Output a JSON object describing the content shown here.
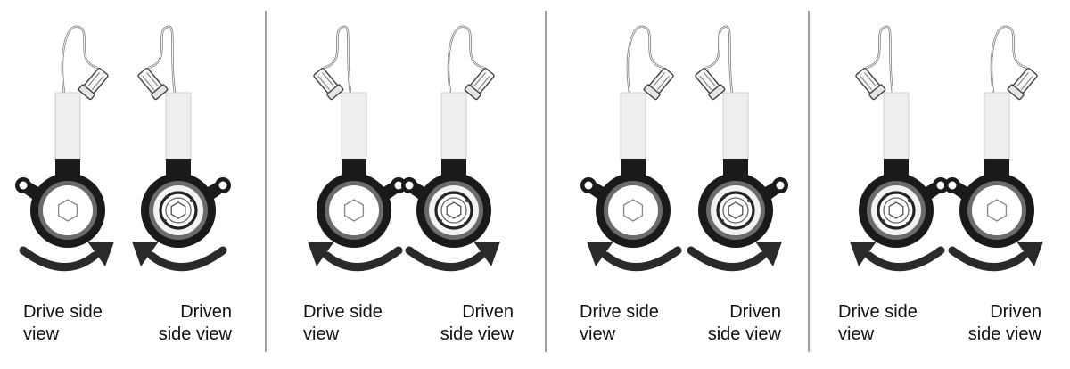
{
  "panels": [
    {
      "left": {
        "label_line1": "Drive side",
        "label_line2": "view",
        "face": "drive",
        "arrow": "cw",
        "lug": "left"
      },
      "right": {
        "label_line1": "Driven",
        "label_line2": "side view",
        "face": "driven",
        "arrow": "ccw",
        "lug": "right"
      }
    },
    {
      "left": {
        "label_line1": "Drive side",
        "label_line2": "view",
        "face": "drive",
        "arrow": "ccw",
        "lug": "right"
      },
      "right": {
        "label_line1": "Driven",
        "label_line2": "side view",
        "face": "driven",
        "arrow": "cw",
        "lug": "left"
      }
    },
    {
      "left": {
        "label_line1": "Drive side",
        "label_line2": "view",
        "face": "drive",
        "arrow": "ccw",
        "lug": "left"
      },
      "right": {
        "label_line1": "Driven",
        "label_line2": "side view",
        "face": "driven",
        "arrow": "cw",
        "lug": "right"
      }
    },
    {
      "left": {
        "label_line1": "Drive side",
        "label_line2": "view",
        "face": "driven",
        "arrow": "ccw",
        "lug": "right"
      },
      "right": {
        "label_line1": "Driven",
        "label_line2": "side view",
        "face": "drive",
        "arrow": "cw",
        "lug": "left"
      }
    }
  ],
  "colors": {
    "ink": "#111111",
    "body": "#1a1a1a",
    "ring": "#6b6b6b",
    "sleeve": "#eeeeee",
    "divider": "#a0a0a0",
    "arrow": "#2a2a2a"
  }
}
